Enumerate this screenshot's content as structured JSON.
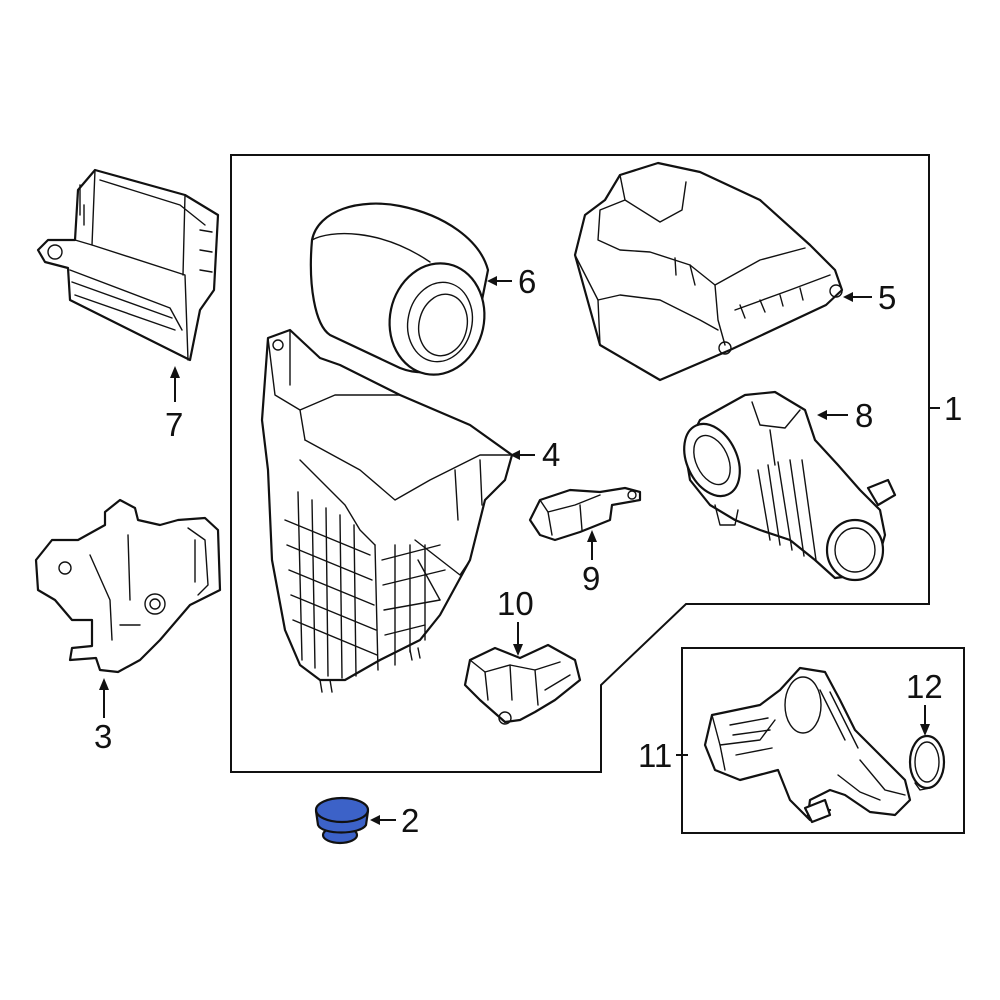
{
  "callouts": {
    "c1": "1",
    "c2": "2",
    "c3": "3",
    "c4": "4",
    "c5": "5",
    "c6": "6",
    "c7": "7",
    "c8": "8",
    "c9": "9",
    "c10": "10",
    "c11": "11",
    "c12": "12"
  },
  "colors": {
    "highlight": "#3c62c8",
    "line": "#111111",
    "background": "#ffffff"
  }
}
